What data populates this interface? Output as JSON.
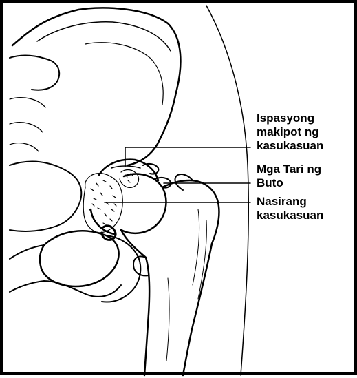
{
  "labels": {
    "joint_space": {
      "line1": "Ispasyong",
      "line2": "makipot ng",
      "line3": "kasukasuan"
    },
    "bone_spurs": {
      "line1": "Mga Tari ng",
      "line2": "Buto"
    },
    "damaged_joint": {
      "line1": "Nasirang",
      "line2": "kasukasuan"
    }
  },
  "colors": {
    "ink": "#000000",
    "background": "#ffffff"
  }
}
